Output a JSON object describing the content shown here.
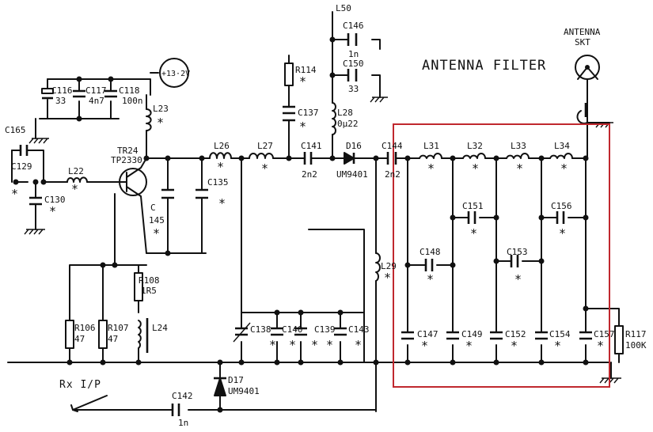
{
  "title": "ANTENNA FILTER",
  "antenna_label": [
    "ANTENNA",
    "SKT"
  ],
  "supply_label": "+13·2V",
  "rx_label": "Rx I/P",
  "top_fragment": "L50",
  "star": "*",
  "highlight_color": "#c0282e",
  "components": {
    "c146": [
      "C146",
      "1n"
    ],
    "c150": [
      "C150",
      "33"
    ],
    "r114": [
      "R114"
    ],
    "c137": [
      "C137"
    ],
    "l28": [
      "L28",
      "0µ22"
    ],
    "c116": [
      "C116",
      "33"
    ],
    "c117": [
      "C117",
      "4n7"
    ],
    "c118": [
      "C118",
      "100n"
    ],
    "l23": [
      "L23"
    ],
    "c165": [
      "C165"
    ],
    "tr24": [
      "TR24",
      "TP2330"
    ],
    "c129": [
      "C129"
    ],
    "l22": [
      "L22"
    ],
    "c130": [
      "C130"
    ],
    "c145": [
      "C",
      "145"
    ],
    "c135": [
      "C135"
    ],
    "l26": [
      "L26"
    ],
    "l27": [
      "L27"
    ],
    "c141": [
      "C141",
      "2n2"
    ],
    "d16": [
      "D16",
      "UM9401"
    ],
    "c144": [
      "C144",
      "2n2"
    ],
    "l31": [
      "L31"
    ],
    "l32": [
      "L32"
    ],
    "l33": [
      "L33"
    ],
    "l34": [
      "L34"
    ],
    "c151": [
      "C151"
    ],
    "c156": [
      "C156"
    ],
    "c148": [
      "C148"
    ],
    "c153": [
      "C153"
    ],
    "l29": [
      "L29"
    ],
    "r108": [
      "R108",
      "1R5"
    ],
    "r106": [
      "R106",
      "47"
    ],
    "r107": [
      "R107",
      "47"
    ],
    "l24": [
      "L24"
    ],
    "c138": [
      "C138"
    ],
    "c140": [
      "C140"
    ],
    "c139": [
      "C139"
    ],
    "c143": [
      "C143"
    ],
    "c147": [
      "C147"
    ],
    "c149": [
      "C149"
    ],
    "c152": [
      "C152"
    ],
    "c154": [
      "C154"
    ],
    "c157": [
      "C157"
    ],
    "r117": [
      "R117",
      "100K"
    ],
    "d17": [
      "D17",
      "UM9401"
    ],
    "c142": [
      "C142",
      "1n"
    ]
  }
}
